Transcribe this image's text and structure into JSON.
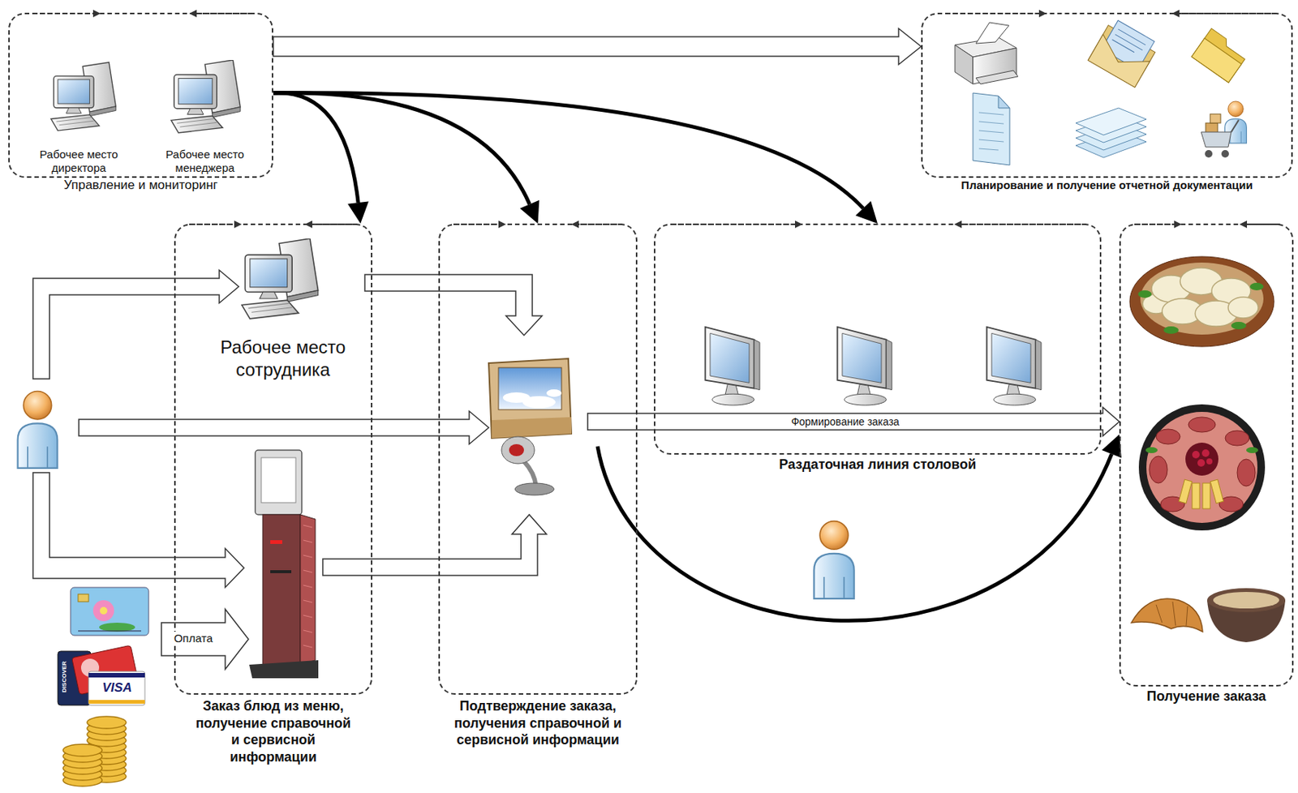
{
  "diagram": {
    "nodes": [
      {
        "text": [
          "Управление и мониторинг"
        ]
      },
      {
        "text": [
          "Рабочее место директора"
        ],
        "in": 0
      },
      {
        "text": [
          "Рабочее место менеджера"
        ],
        "in": 0
      },
      {
        "text": [
          "Планирование и получение отчетной документации"
        ]
      },
      {
        "text": [
          "Заказ блюд из меню, получение справочной и сервисной информации"
        ]
      },
      {
        "text": [
          "Рабочее место сотрудника"
        ],
        "in": 4
      },
      {
        "text": [
          "Подтверждение заказа, получения справочной и сервисной информации"
        ]
      },
      {
        "text": [
          "Раздаточная линия столовой"
        ]
      },
      {
        "text": [
          "Получение заказа"
        ]
      }
    ],
    "edges": [
      {
        "from": 0,
        "to": 3,
        "arrow": "to"
      },
      {
        "from": 0,
        "to": 4,
        "arrow": "to"
      },
      {
        "from": 0,
        "to": 6,
        "arrow": "to"
      },
      {
        "from": 0,
        "to": 7,
        "arrow": "to"
      },
      {
        "from": 5,
        "to": 6,
        "arrow": "to"
      },
      {
        "from": 6,
        "to": 8,
        "label": "Формирование заказа",
        "arrow": "to"
      },
      {
        "from": 6,
        "to": 8,
        "arrow": "to"
      }
    ],
    "labels": [
      "Оплата",
      "VISA",
      "DISCOVER"
    ]
  }
}
